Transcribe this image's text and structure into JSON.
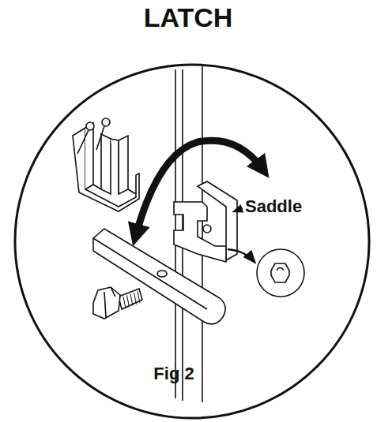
{
  "diagram": {
    "title": "LATCH",
    "caption": "Fig 2",
    "labels": [
      "Saddle"
    ]
  }
}
